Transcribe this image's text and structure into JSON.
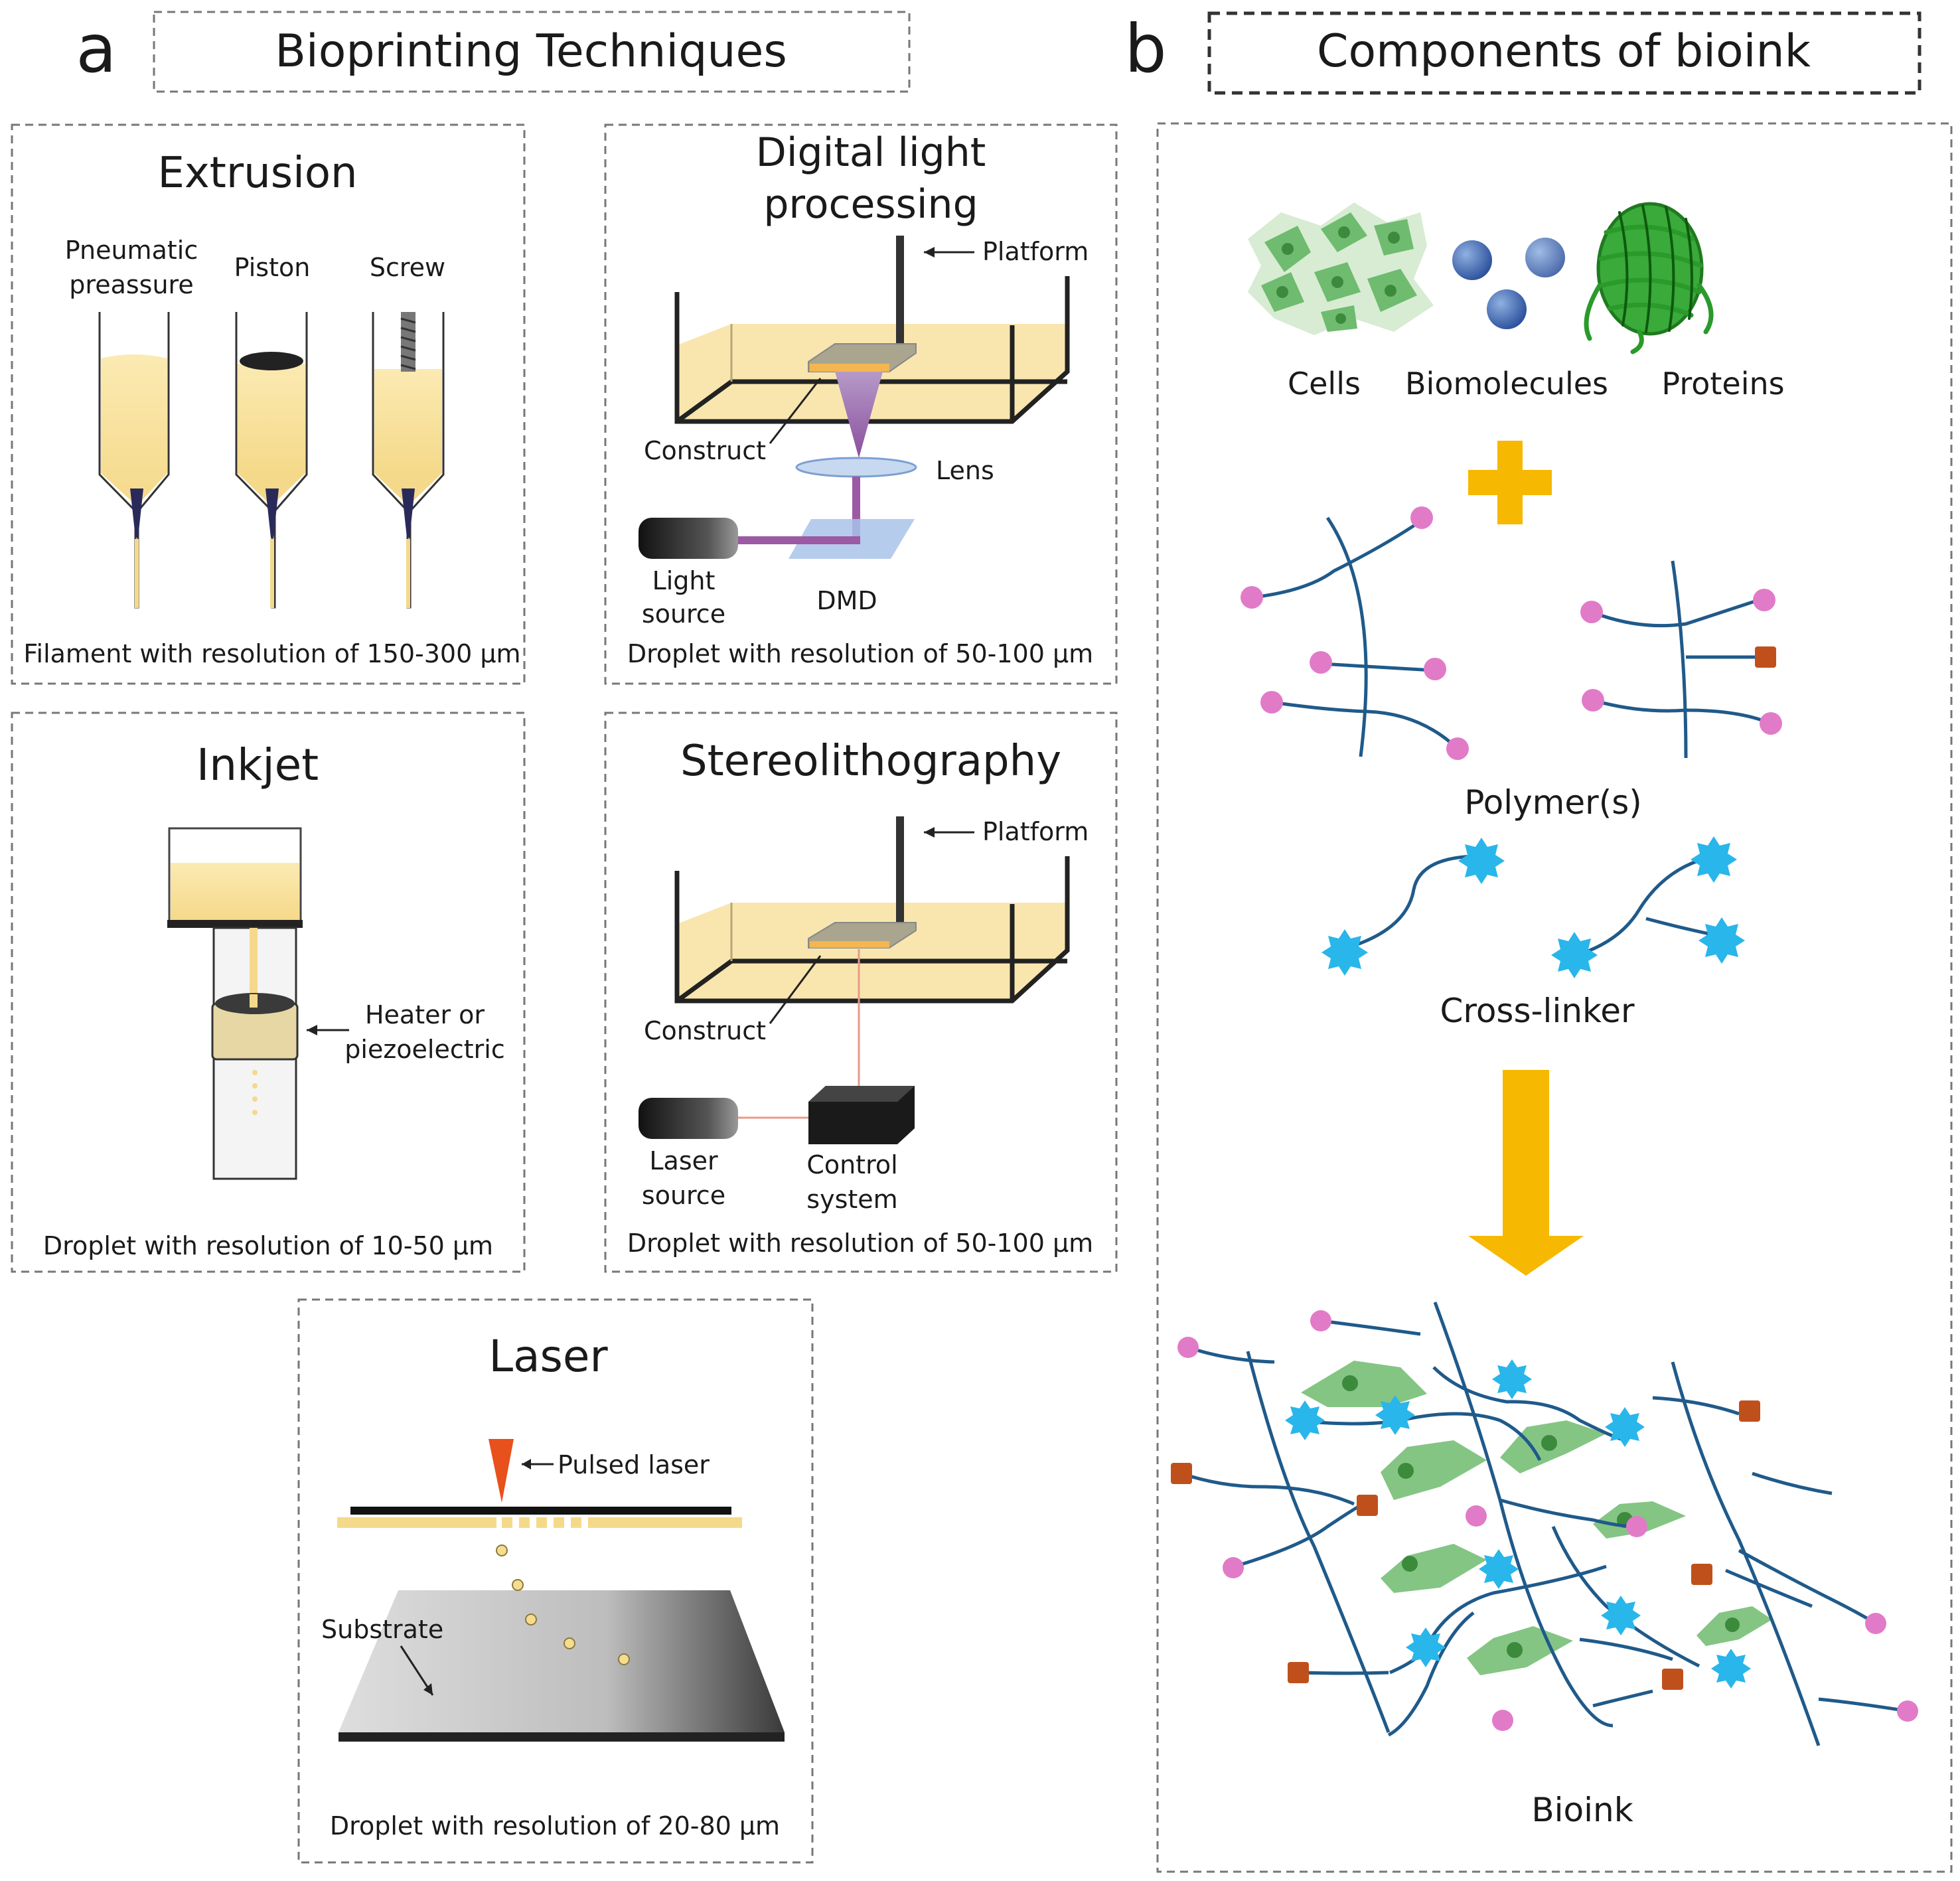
{
  "panel_a": {
    "letter": "a",
    "title": "Bioprinting Techniques",
    "extrusion": {
      "title": "Extrusion",
      "syringe_labels": [
        "Pneumatic",
        "preassure",
        "Piston",
        "Screw"
      ],
      "caption": "Filament with resolution of 150-300 μm"
    },
    "dlp": {
      "title_line1": "Digital light",
      "title_line2": "processing",
      "platform": "Platform",
      "construct": "Construct",
      "lens": "Lens",
      "light_line1": "Light",
      "light_line2": "source",
      "dmd": "DMD",
      "caption": "Droplet with resolution of 50-100 μm"
    },
    "inkjet": {
      "title": "Inkjet",
      "heater_line1": "Heater or",
      "heater_line2": "piezoelectric",
      "caption": "Droplet with resolution of 10-50 μm"
    },
    "sla": {
      "title": "Stereolithography",
      "platform": "Platform",
      "construct": "Construct",
      "laser_line1": "Laser",
      "laser_line2": "source",
      "control_line1": "Control",
      "control_line2": "system",
      "caption": "Droplet with resolution of 50-100 μm"
    },
    "laser": {
      "title": "Laser",
      "pulsed": "Pulsed laser",
      "substrate": "Substrate",
      "caption": "Droplet with resolution of 20-80 μm"
    }
  },
  "panel_b": {
    "letter": "b",
    "title": "Components of bioink",
    "cells": "Cells",
    "biomolecules": "Biomolecules",
    "proteins": "Proteins",
    "polymers": "Polymer(s)",
    "crosslinker": "Cross-linker",
    "bioink": "Bioink"
  },
  "colors": {
    "bioink_yellow": "#f7e2a0",
    "cell_green": "#6fbb6f",
    "polymer_blue": "#1f5a8a",
    "pink_end": "#e17bc8",
    "orange_end": "#c0501b",
    "star_cyan": "#29b6ea",
    "arrow_gold": "#f6b800",
    "light_purple": "#9b5aa3"
  }
}
